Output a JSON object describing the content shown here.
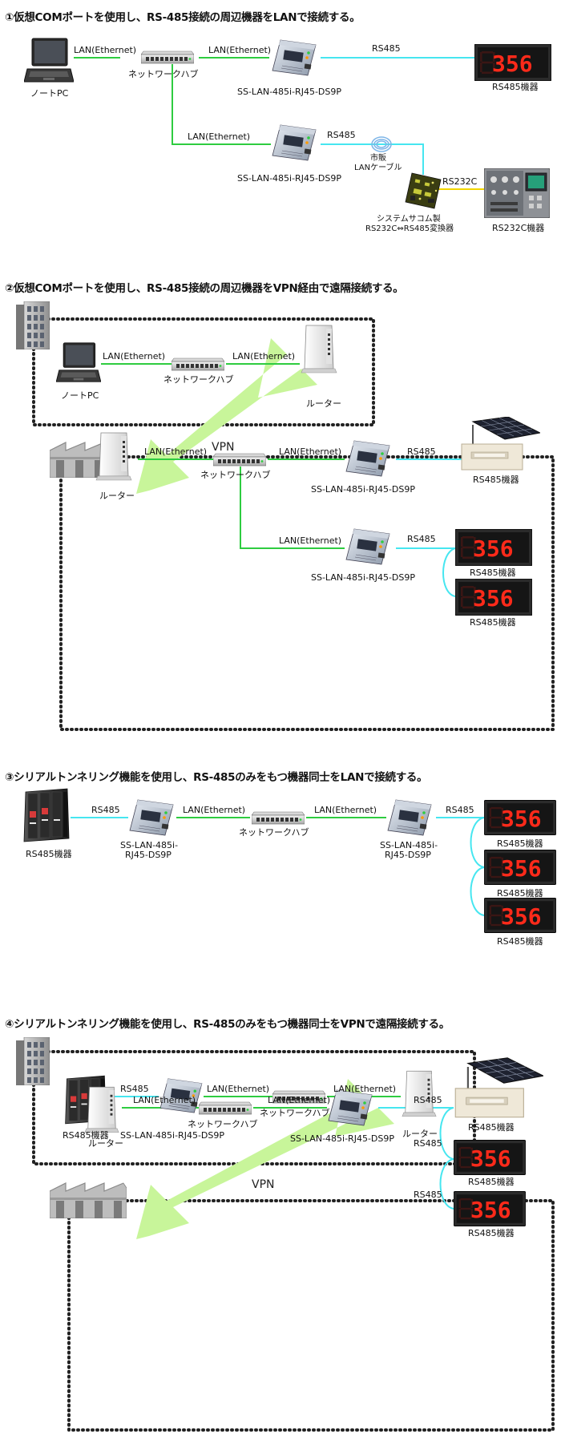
{
  "sections": [
    {
      "heading": "①仮想COMポートを使用し、RS-485接続の周辺機器をLANで接続する。",
      "labels": {
        "notebook": "ノートPC",
        "hub": "ネットワークハブ",
        "lan1": "LAN(Ethernet)",
        "lan2": "LAN(Ethernet)",
        "lan3": "LAN(Ethernet)",
        "conv1": "SS-LAN-485i-RJ45-DS9P",
        "conv2": "SS-LAN-485i-RJ45-DS9P",
        "rs485_1": "RS485",
        "rs485_2": "RS485",
        "device1": "RS485機器",
        "cable_line1": "市販",
        "cable_line2": "LANケーブル",
        "rs232c": "RS232C",
        "rs232c_device": "RS232C機器",
        "maker_line1": "システムサコム製",
        "maker_line2": "RS232C⇔RS485変換器",
        "display_value": "356"
      }
    },
    {
      "heading": "②仮想COMポートを使用し、RS-485接続の周辺機器をVPN経由で遠隔接続する。",
      "labels": {
        "lan1": "LAN(Ethernet)",
        "lan2": "LAN(Ethernet)",
        "hub1": "ネットワークハブ",
        "notebook": "ノートPC",
        "router1": "ルーター",
        "vpn": "VPN",
        "router2": "ルーター",
        "lan3": "LAN(Ethernet)",
        "lan4": "LAN(Ethernet)",
        "hub2": "ネットワークハブ",
        "conv1": "SS-LAN-485i-RJ45-DS9P",
        "rs485_1": "RS485",
        "device1": "RS485機器",
        "lan5": "LAN(Ethernet)",
        "conv2": "SS-LAN-485i-RJ45-DS9P",
        "rs485_2": "RS485",
        "device2": "RS485機器",
        "device3": "RS485機器",
        "display_value": "356"
      }
    },
    {
      "heading": "③シリアルトンネリング機能を使用し、RS-485のみをもつ機器同士をLANで接続する。",
      "labels": {
        "rs485_left": "RS485",
        "device_left": "RS485機器",
        "conv1_line1": "SS-LAN-485i-",
        "conv1_line2": "RJ45-DS9P",
        "lan1": "LAN(Ethernet)",
        "hub": "ネットワークハブ",
        "lan2": "LAN(Ethernet)",
        "conv2_line1": "SS-LAN-485i-",
        "conv2_line2": "RJ45-DS9P",
        "rs485_right": "RS485",
        "device1": "RS485機器",
        "device2": "RS485機器",
        "device3": "RS485機器",
        "display_value": "356"
      }
    },
    {
      "heading": "④シリアルトンネリング機能を使用し、RS-485のみをもつ機器同士をVPNで遠隔接続する。",
      "labels": {
        "rs485_left": "RS485",
        "device_left": "RS485機器",
        "conv1": "SS-LAN-485i-RJ45-DS9P",
        "lan1": "LAN(Ethernet)",
        "hub1": "ネットワークハブ",
        "lan2": "LAN(Ethernet)",
        "router1": "ルーター",
        "vpn": "VPN",
        "router2": "ルーター",
        "lan3": "LAN(Ethernet)",
        "hub2": "ネットワークハブ",
        "lan4": "LAN(Ethernet)",
        "conv2": "SS-LAN-485i-RJ45-DS9P",
        "rs485_1": "RS485",
        "rs485_2": "RS485",
        "rs485_3": "RS485",
        "device1": "RS485機器",
        "device2": "RS485機器",
        "device3": "RS485機器",
        "display_value": "356"
      }
    }
  ],
  "colors": {
    "lan_line": "#2ecc40",
    "rs485_line": "#46e6f0",
    "rs232c_line": "#f2d500",
    "vpn_arrow": "#c8f59a",
    "display_bg": "#151515",
    "display_digit": "#ff2a1a",
    "dotted_frame": "#222222"
  },
  "icons": [
    "laptop-icon",
    "hub-icon",
    "converter-icon",
    "display-device-icon",
    "router-icon",
    "building-icon",
    "factory-icon",
    "plc-icon",
    "solar-panel-icon",
    "rs232c-converter-icon",
    "rs232c-device-icon",
    "cable-coil-icon"
  ]
}
